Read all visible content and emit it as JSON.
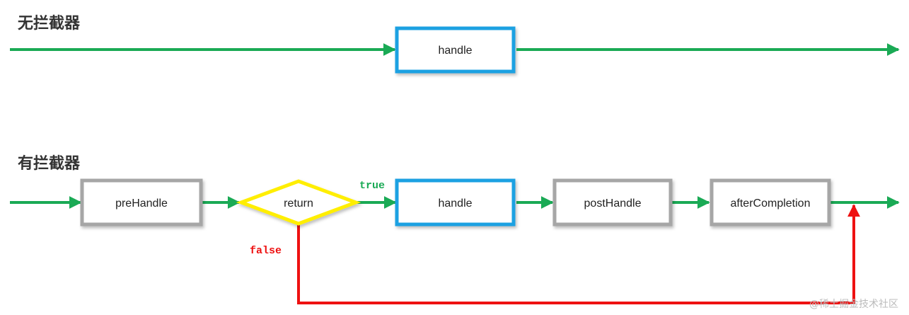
{
  "sections": {
    "without": {
      "title": "无拦截器",
      "handle_label": "handle"
    },
    "with": {
      "title": "有拦截器",
      "nodes": {
        "prehandle": "preHandle",
        "return": "return",
        "handle": "handle",
        "posthandle": "postHandle",
        "aftercompletion": "afterCompletion"
      },
      "true_label": "true",
      "false_label": "false"
    }
  },
  "watermark": "@稀土掘金技术社区",
  "colors": {
    "flow_arrow": "#1aaa55",
    "false_path": "#ee1111",
    "true_text": "#1aaa55",
    "false_text": "#ee1111",
    "handle_border": "#1ba1e2",
    "gray_border": "#a6a6a6",
    "decision_border": "#ffee00"
  }
}
